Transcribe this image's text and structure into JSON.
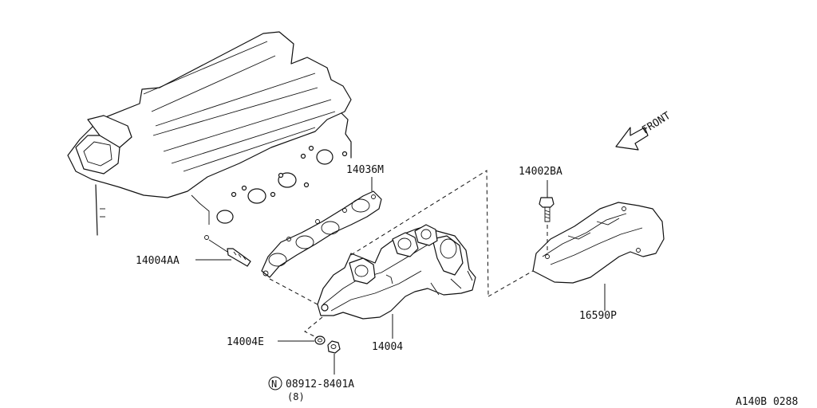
{
  "labels": {
    "gasket": "14036M",
    "stud": "14004AA",
    "washer": "14004E",
    "manifold": "14004",
    "nut_code": "08912-8401A",
    "nut_qty": "(8)",
    "nut_marker": "N",
    "bolt": "14002BA",
    "heat_shield": "16590P",
    "front": "FRONT",
    "diagram_code": "A140B 0288"
  }
}
